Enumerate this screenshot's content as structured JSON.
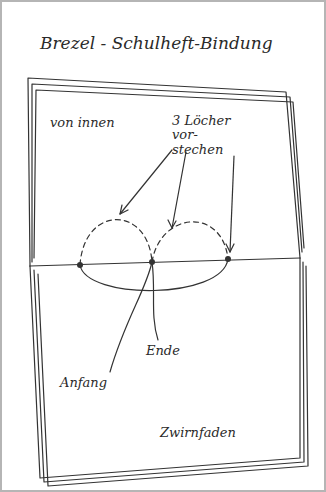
{
  "diagram": {
    "title": "Brezel - Schulheft-Bindung",
    "labels": [
      "von innen",
      "3 Löcher vor- stechen",
      "Anfang",
      "Ende",
      "Zwirnfaden"
    ]
  }
}
